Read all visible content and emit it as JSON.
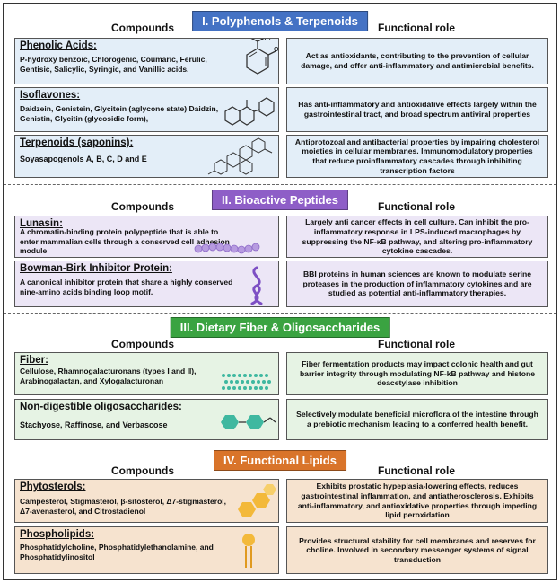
{
  "colors": {
    "polyphenols": "#4472c4",
    "peptides": "#8e5ec7",
    "fiber": "#3aa341",
    "lipids": "#d9742a",
    "box_blue": "#e3eef8",
    "box_purple": "#ece6f6",
    "box_green": "#e6f3e4",
    "box_orange": "#f6e3cf"
  },
  "sections": [
    {
      "title": "I. Polyphenols & Terpenoids",
      "compounds_head": "Compounds",
      "role_head": "Functional role",
      "items": [
        {
          "name": "Phenolic Acids:",
          "desc": "P-hydroxy benzoic, Chlorogenic, Coumaric, Ferulic, Gentisic, Salicylic, Syringic, and Vanillic acids.",
          "role": "Act as antioxidants, contributing to the prevention of cellular damage, and offer anti-inflammatory and antimicrobial benefits.",
          "icon": "salicylic-acid-structure-icon"
        },
        {
          "name": "Isoflavones:",
          "desc": "Daidzein, Genistein, Glycitein (aglycone state) Daidzin, Genistin, Glycitin (glycosidic form),",
          "role": "Has anti-inflammatory and antioxidative effects largely within the gastrointestinal tract, and broad spectrum antiviral properties",
          "icon": "isoflavone-structure-icon"
        },
        {
          "name": "Terpenoids (saponins):",
          "desc": "Soyasapogenols A, B, C, D and E",
          "role": "Antiprotozoal and antibacterial properties by impairing cholesterol moieties in cellular membranes. Immunomodulatory properties that reduce  proinflammatory cascades through inhibiting transcription factors",
          "icon": "saponin-structure-icon"
        }
      ]
    },
    {
      "title": "II. Bioactive Peptides",
      "compounds_head": "Compounds",
      "role_head": "Functional role",
      "items": [
        {
          "name": "Lunasin:",
          "desc": "A chromatin-binding protein polypeptide that is able to enter mammalian cells through a conserved cell adhesion module",
          "role": "Largely anti cancer effects in cell culture. Can inhibit the pro-inflammatory response in LPS-induced macrophages by suppressing the NF-κB pathway, and altering pro-inflammatory cytokine cascades.",
          "icon": "peptide-chain-icon"
        },
        {
          "name": "Bowman-Birk Inhibitor Protein:",
          "desc": "A canonical inhibitor protein that share a highly conserved nine-amino acids binding loop motif.",
          "role": "BBI proteins in human sciences are known to modulate serine proteases in the production of inflammatory cytokines and are studied as potential anti-inflammatory therapies.",
          "icon": "protein-loop-icon"
        }
      ]
    },
    {
      "title": "III. Dietary Fiber & Oligosaccharides",
      "compounds_head": "Compounds",
      "role_head": "Functional role",
      "items": [
        {
          "name": "Fiber:",
          "desc": "Cellulose, Rhamnogalacturonans (types I and II), Arabinogalactan, and Xylogalacturonan",
          "role": "Fiber fermentation products may impact colonic health and gut barrier integrity through modulating NF-kB pathway and histone deacetylase inhibition",
          "icon": "fiber-lattice-icon"
        },
        {
          "name": "Non-digestible oligosaccharides:",
          "desc": "Stachyose, Raffinose, and Verbascose",
          "role": "Selectively modulate beneficial microflora of the intestine through a prebiotic mechanism leading to a conferred health benefit.",
          "icon": "oligosaccharide-chain-icon"
        }
      ]
    },
    {
      "title": "IV. Functional Lipids",
      "compounds_head": "Compounds",
      "role_head": "Functional role",
      "items": [
        {
          "name": "Phytosterols:",
          "desc": "Campesterol, Stigmasterol, β-sitosterol, Δ7-stigmasterol, Δ7-avenasterol, and Citrostadienol",
          "role": "Exhibits prostatic hypeplasia-lowering effects, reduces gastrointestinal inflammation, and antiatherosclerosis. Exhibits anti-inflammatory, and antioxidative properties through impeding lipid peroxidation",
          "icon": "sterol-hexagons-icon"
        },
        {
          "name": "Phospholipids:",
          "desc": "Phosphatidylcholine, Phosphatidylethanolamine, and Phosphatidylinositol",
          "role": "Provides structural stability for cell membranes and reserves for choline. Involved in secondary messenger systems of signal transduction",
          "icon": "phospholipid-icon"
        }
      ]
    }
  ]
}
